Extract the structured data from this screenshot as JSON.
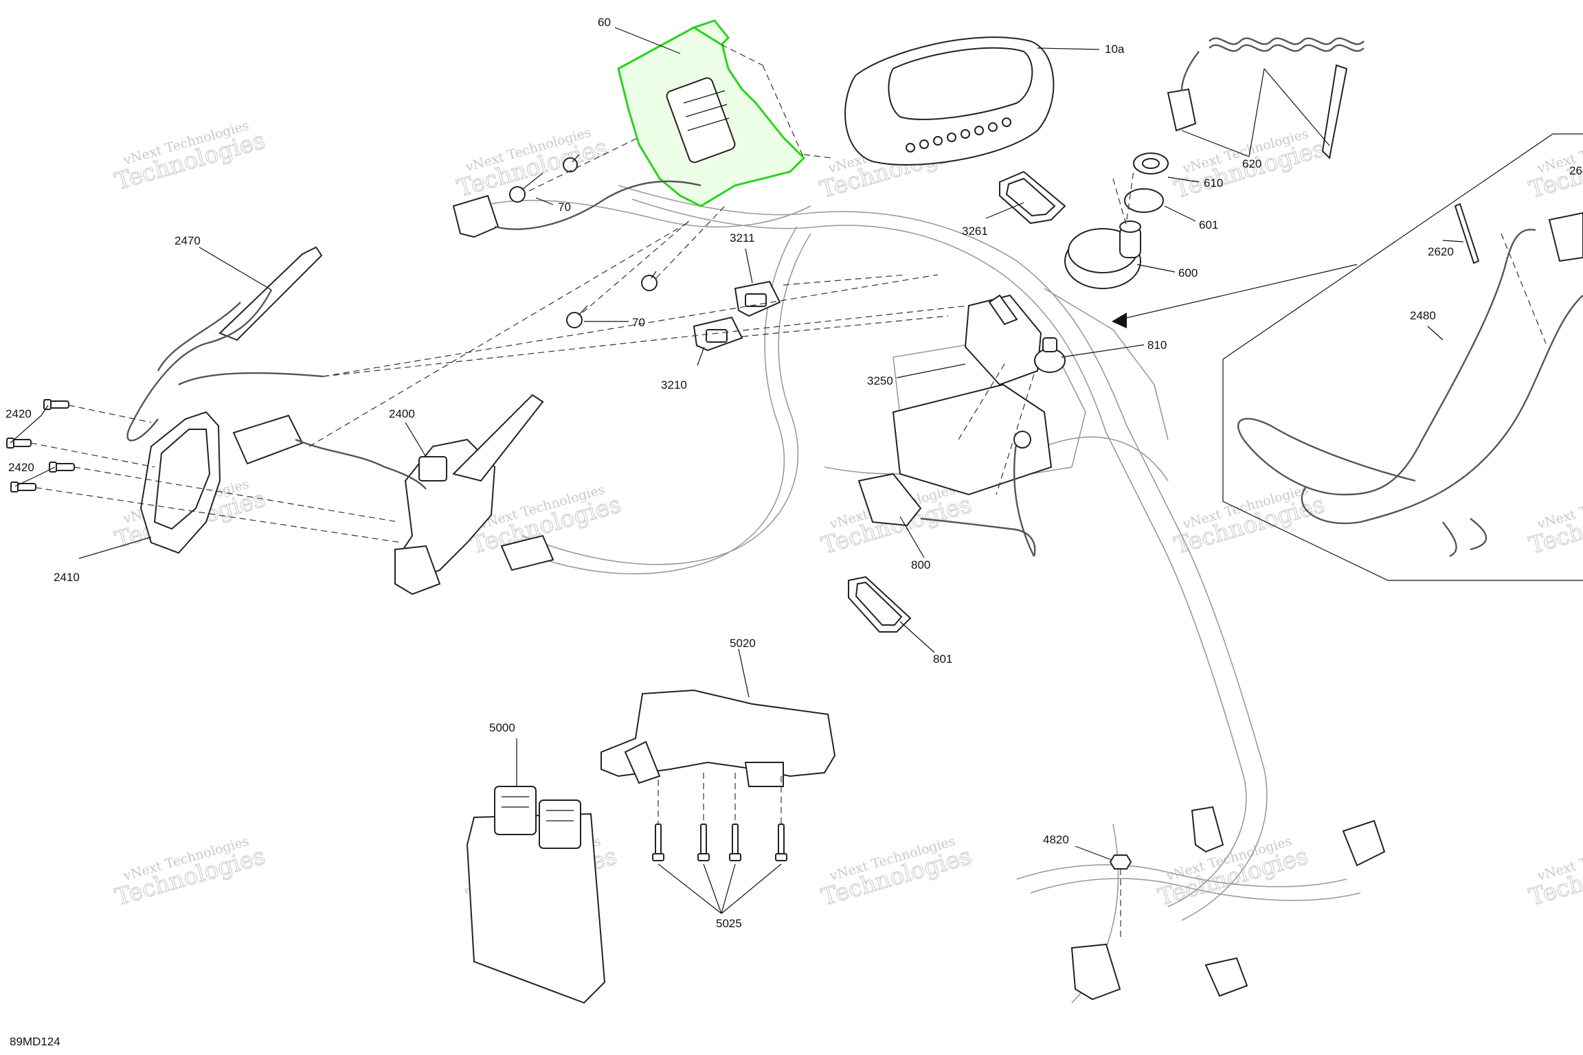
{
  "diagram_id": "89MD124",
  "watermark": {
    "line1": "vNext Technologies",
    "line2": "Technologies",
    "tag": "vNext"
  },
  "colors": {
    "highlight": "#2bd21f",
    "ink": "#111111",
    "watermark": "#c9c9c9"
  },
  "callouts": [
    {
      "id": "c60",
      "label": "60"
    },
    {
      "id": "c10a",
      "label": "10a"
    },
    {
      "id": "c620",
      "label": "620"
    },
    {
      "id": "c610",
      "label": "610"
    },
    {
      "id": "c601",
      "label": "601"
    },
    {
      "id": "c600",
      "label": "600"
    },
    {
      "id": "c3261",
      "label": "3261"
    },
    {
      "id": "c70a",
      "label": "70"
    },
    {
      "id": "c70b",
      "label": "70"
    },
    {
      "id": "c3211",
      "label": "3211"
    },
    {
      "id": "c3210",
      "label": "3210"
    },
    {
      "id": "c2470",
      "label": "2470"
    },
    {
      "id": "c2420a",
      "label": "2420"
    },
    {
      "id": "c2420b",
      "label": "2420"
    },
    {
      "id": "c2400",
      "label": "2400"
    },
    {
      "id": "c2410",
      "label": "2410"
    },
    {
      "id": "c3250",
      "label": "3250"
    },
    {
      "id": "c810",
      "label": "810"
    },
    {
      "id": "c800",
      "label": "800"
    },
    {
      "id": "c801",
      "label": "801"
    },
    {
      "id": "c2620",
      "label": "2620"
    },
    {
      "id": "c2480",
      "label": "2480"
    },
    {
      "id": "c26",
      "label": "26"
    },
    {
      "id": "c5020",
      "label": "5020"
    },
    {
      "id": "c5000",
      "label": "5000"
    },
    {
      "id": "c5025",
      "label": "5025"
    },
    {
      "id": "c4820",
      "label": "4820"
    }
  ]
}
